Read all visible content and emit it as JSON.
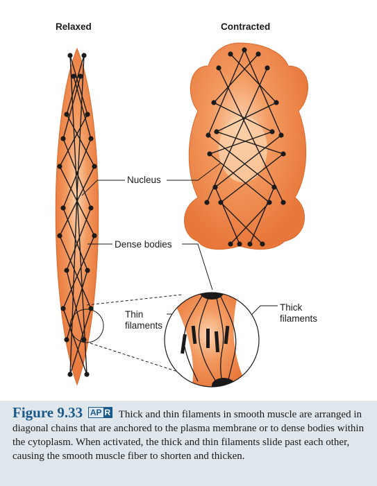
{
  "labels": {
    "relaxed": "Relaxed",
    "contracted": "Contracted",
    "nucleus": "Nucleus",
    "dense_bodies": "Dense bodies",
    "thin_line1": "Thin",
    "thin_line2": "filaments",
    "thick_line1": "Thick",
    "thick_line2": "filaments"
  },
  "caption": {
    "figure_number": "Figure 9.33",
    "badge_ap": "AP",
    "badge_r": "R",
    "text": "Thick and thin filaments in smooth muscle are arranged in diagonal chains that are anchored to the plasma membrane or to dense bodies within the cytoplasm. When activated, the thick and thin filaments slide past each other, causing the smooth muscle fiber to shorten and thicken."
  },
  "colors": {
    "cell_fill": "#ee8a4e",
    "cell_light": "#fbcfa8",
    "line": "#1a1a1a",
    "caption_bg": "#dfe6ec",
    "figure_number": "#1a5a8a"
  }
}
